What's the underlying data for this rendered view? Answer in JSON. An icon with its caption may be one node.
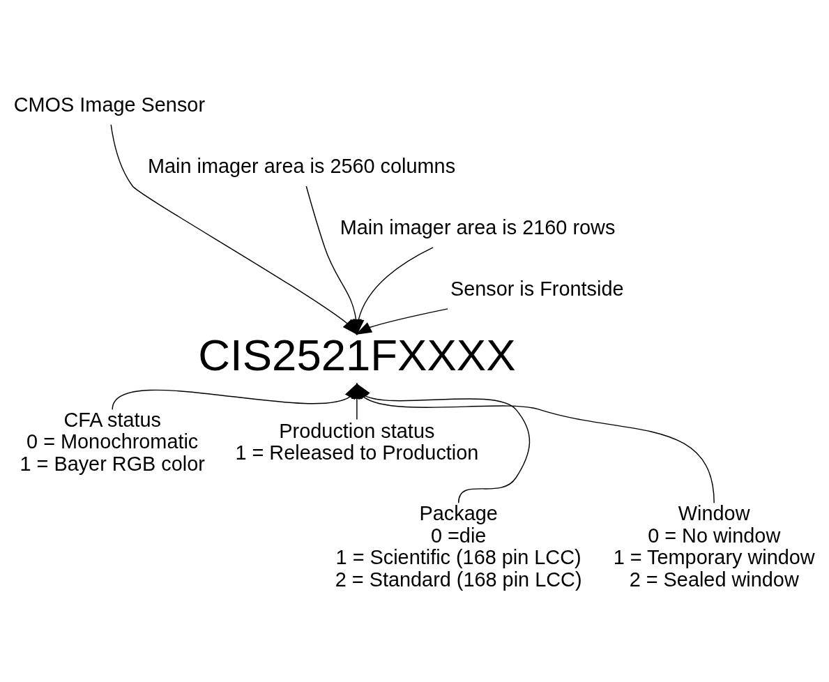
{
  "diagram": {
    "nodes": [
      {
        "text": [
          "CMOS Image Sensor"
        ]
      },
      {
        "text": [
          "Main imager area is 2560 columns"
        ]
      },
      {
        "text": [
          "Main imager area is 2160 rows"
        ]
      },
      {
        "text": [
          "Sensor is Frontside"
        ]
      },
      {
        "text": [
          "CIS2521FXXXX"
        ]
      },
      {
        "text": [
          "CFA status",
          "0 = Monochromatic",
          "1 = Bayer RGB color"
        ]
      },
      {
        "text": [
          "Production status",
          "1 = Released to Production"
        ]
      },
      {
        "text": [
          "Package",
          "0 =die",
          "1 = Scientific (168 pin LCC)",
          "2 = Standard (168 pin LCC)"
        ]
      },
      {
        "text": [
          "Window",
          "0 = No window",
          "1 = Temporary window",
          "2 = Sealed window"
        ]
      }
    ],
    "edges": [
      {
        "from": 0,
        "to": 4,
        "arrow": "to"
      },
      {
        "from": 1,
        "to": 4,
        "arrow": "to"
      },
      {
        "from": 2,
        "to": 4,
        "arrow": "to"
      },
      {
        "from": 3,
        "to": 4,
        "arrow": "to"
      },
      {
        "from": 5,
        "to": 4,
        "arrow": "to"
      },
      {
        "from": 7,
        "to": 4,
        "arrow": "to"
      },
      {
        "from": 8,
        "to": 4,
        "arrow": "to"
      },
      {
        "from": 6,
        "to": 4,
        "arrow": "to"
      }
    ]
  }
}
